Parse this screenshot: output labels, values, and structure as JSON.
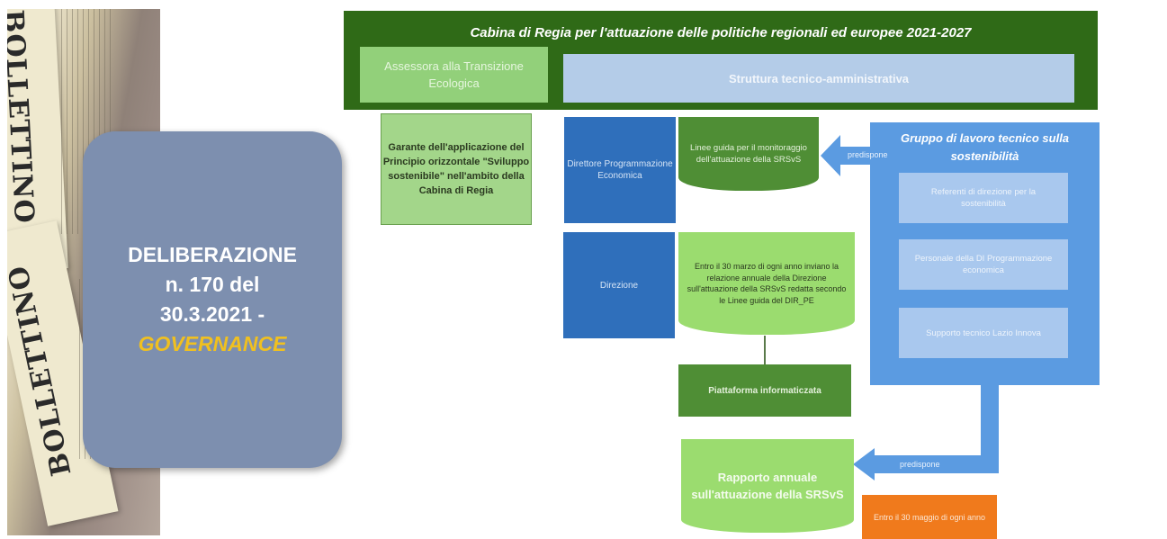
{
  "photo": {
    "masthead_1": "BOLLETTINO",
    "masthead_2": "BOLLETTINO"
  },
  "deliberazione": {
    "line1": "DELIBERAZIONE",
    "line2": "n. 170 del",
    "line3": "30.3.2021 -",
    "line4": "GOVERNANCE"
  },
  "banner": {
    "title": "Cabina di Regia per l'attuazione delle politiche regionali ed europee 2021-2027",
    "assessora": "Assessora alla Transizione Ecologica",
    "struttura": "Struttura tecnico-amministrativa"
  },
  "garante": "Garante dell'applicazione del Principio orizzontale \"Sviluppo sostenibile\" nell'ambito della Cabina di Regia",
  "direttore": "Direttore Programmazione Economica",
  "direzione": "Direzione",
  "linee_guida": "Linee guida per il monitoraggio dell'attuazione della SRSvS",
  "entro_marzo": "Entro il 30 marzo di ogni anno inviano la relazione annuale della Direzione sull'attuazione della SRSvS redatta secondo le Linee guida del DIR_PE",
  "piattaforma": "Piattaforma informaticzata",
  "gruppo": {
    "title": "Gruppo di lavoro tecnico sulla sostenibilità",
    "items": [
      "Referenti di direzione per la sostenibilità",
      "Personale della DI Programmazione economica",
      "Supporto tecnico Lazio Innova"
    ]
  },
  "arrows": {
    "predispone_1": "predispone",
    "predispone_2": "predispone"
  },
  "rapporto": "Rapporto annuale sull'attuazione della SRSvS",
  "entro_maggio": "Entro il 30 maggio di ogni anno",
  "colors": {
    "banner_green": "#2f6a17",
    "light_green": "#92d07a",
    "dark_blue": "#2f6fbb",
    "mid_blue": "#5b9be1",
    "orange": "#f07a1c",
    "slate_box": "#7d8faf",
    "governance_yellow": "#f0c020"
  }
}
